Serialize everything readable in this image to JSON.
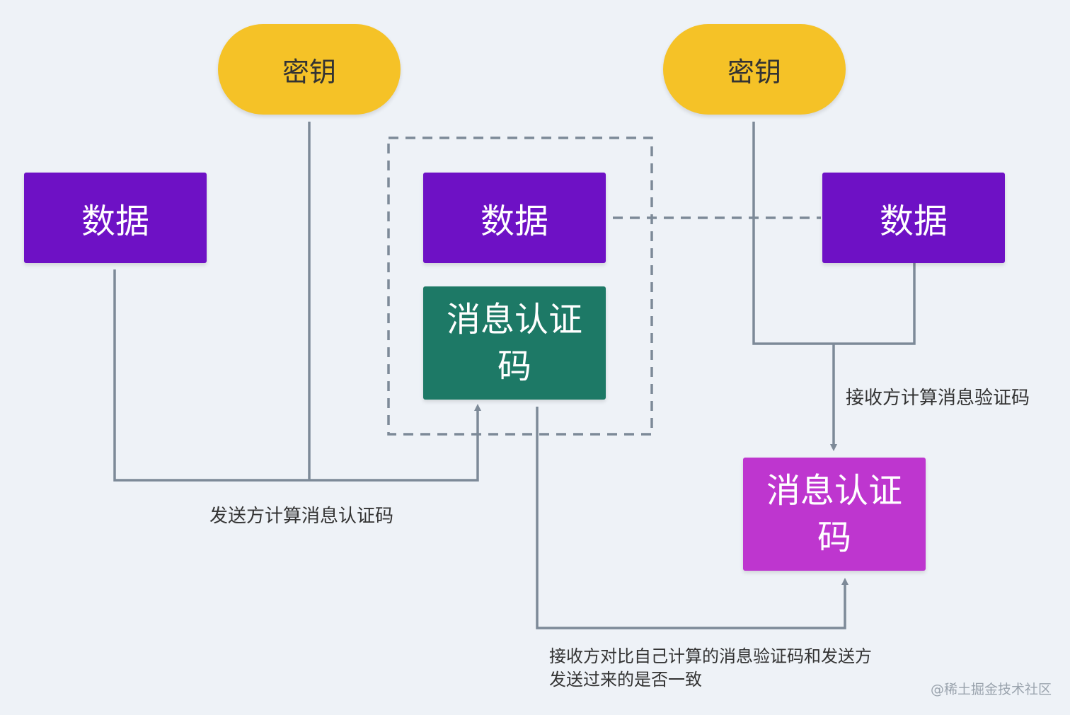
{
  "nodes": {
    "key_left": "密钥",
    "key_right": "密钥",
    "data_left": "数据",
    "data_center": "数据",
    "data_right": "数据",
    "mac_sender": "消息认证码",
    "mac_receiver": "消息认证码"
  },
  "labels": {
    "sender_compute": "发送方计算消息认证码",
    "receiver_compute": "接收方计算消息验证码",
    "compare_line1": "接收方对比自己计算的消息验证码和发送方",
    "compare_line2": "发送过来的是否一致"
  },
  "watermark": "@稀土掘金技术社区",
  "colors": {
    "background": "#eef2f7",
    "key": "#f5c227",
    "data": "#6e11c5",
    "mac_sender": "#1d7966",
    "mac_receiver": "#be36cf",
    "connector": "#7d8a98"
  }
}
